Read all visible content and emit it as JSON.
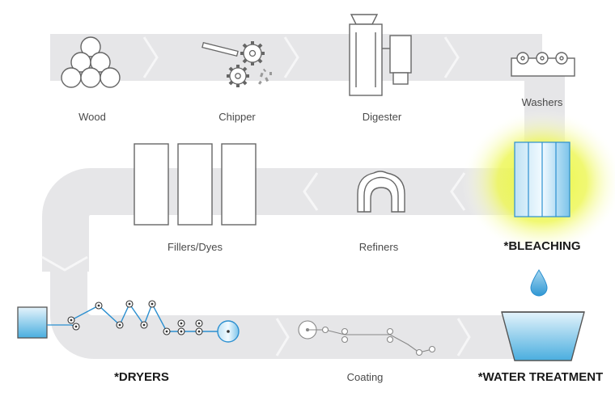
{
  "stages": {
    "wood": "Wood",
    "chipper": "Chipper",
    "digester": "Digester",
    "washers": "Washers",
    "bleaching": "*BLEACHING",
    "refiners": "Refiners",
    "fillers": "Fillers/Dyes",
    "dryers": "*DRYERS",
    "coating": "Coating",
    "water": "*WATER TREATMENT"
  },
  "colors": {
    "flow": "#e6e6e8",
    "flow_edge": "#f4f4f5",
    "blue_line": "#2b8fd0",
    "glow": "#e4f23a",
    "tank_top": "#d5ecf7",
    "tank_bottom": "#5cb6e3",
    "outline": "#555555"
  }
}
